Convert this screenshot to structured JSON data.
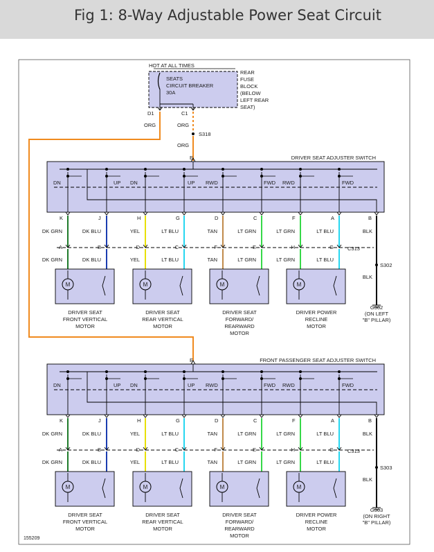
{
  "header": {
    "title": "Fig 1: 8-Way Adjustable Power Seat Circuit"
  },
  "colors": {
    "ORG": "#f08a1e",
    "DK GRN": "#1e7a2a",
    "DK BLU": "#1a3cb0",
    "YEL": "#e8e000",
    "LT BLU": "#25d6f0",
    "TAN": "#c08a4a",
    "LT GRN": "#36d848",
    "BLK": "#000000",
    "box_fill": "#ccccee"
  },
  "fuse": {
    "hot_label": "HOT AT ALL TIMES",
    "breaker": [
      "SEATS",
      "CIRCUIT BREAKER",
      "30A"
    ],
    "block": [
      "REAR",
      "FUSE",
      "BLOCK",
      "(BELOW",
      "LEFT REAR",
      "SEAT)"
    ],
    "pin_left": "D1",
    "pin_right": "C1",
    "wire_left": "ORG",
    "wire_right": "ORG",
    "splice": "S318",
    "wire_down": "ORG"
  },
  "sections": [
    {
      "switch_title": "DRIVER SEAT ADJUSTER SWITCH",
      "feed_pin": "E",
      "feed_wire": "ORG",
      "switch_labels": [
        "DN",
        "UP",
        "DN",
        "UP",
        "RWD",
        "FWD",
        "RWD",
        "FWD"
      ],
      "pins": [
        "K",
        "J",
        "H",
        "G",
        "D",
        "C",
        "F",
        "A",
        "B"
      ],
      "wires_top": [
        "DK GRN",
        "DK BLU",
        "YEL",
        "LT BLU",
        "TAN",
        "LT GRN",
        "LT GRN",
        "LT BLU",
        "BLK"
      ],
      "conn_pins": [
        "A",
        "B",
        "D",
        "C",
        "F",
        "E",
        "H",
        "G"
      ],
      "connector": "C313",
      "wires_bottom": [
        "DK GRN",
        "DK BLU",
        "YEL",
        "LT BLU",
        "TAN",
        "LT GRN",
        "LT GRN",
        "LT BLU"
      ],
      "motors": [
        [
          "DRIVER SEAT",
          "FRONT VERTICAL",
          "MOTOR"
        ],
        [
          "DRIVER SEAT",
          "REAR VERTICAL",
          "MOTOR"
        ],
        [
          "DRIVER SEAT",
          "FORWARD/",
          "REARWARD",
          "MOTOR"
        ],
        [
          "DRIVER POWER",
          "RECLINE",
          "MOTOR"
        ]
      ],
      "ground_splice": "S302",
      "ground_wire": "BLK",
      "ground": [
        "G302",
        "(ON LEFT",
        "\"B\" PILLAR)"
      ]
    },
    {
      "switch_title": "FRONT PASSENGER SEAT ADJUSTER SWITCH",
      "feed_pin": "E",
      "feed_wire": "ORG",
      "switch_labels": [
        "DN",
        "UP",
        "DN",
        "UP",
        "RWD",
        "FWD",
        "RWD",
        "FWD"
      ],
      "pins": [
        "K",
        "J",
        "H",
        "G",
        "D",
        "C",
        "F",
        "A",
        "B"
      ],
      "wires_top": [
        "DK GRN",
        "DK BLU",
        "YEL",
        "LT BLU",
        "TAN",
        "LT GRN",
        "LT GRN",
        "LT BLU",
        "BLK"
      ],
      "conn_pins": [
        "A",
        "B",
        "D",
        "C",
        "F",
        "E",
        "H",
        "G"
      ],
      "connector": "C313",
      "wires_bottom": [
        "DK GRN",
        "DK BLU",
        "YEL",
        "LT BLU",
        "TAN",
        "LT GRN",
        "LT GRN",
        "LT BLU"
      ],
      "motors": [
        [
          "DRIVER SEAT",
          "FRONT VERTICAL",
          "MOTOR"
        ],
        [
          "DRIVER SEAT",
          "REAR VERTICAL",
          "MOTOR"
        ],
        [
          "DRIVER SEAT",
          "FORWARD/",
          "REARWARD",
          "MOTOR"
        ],
        [
          "DRIVER POWER",
          "RECLINE",
          "MOTOR"
        ]
      ],
      "ground_splice": "S303",
      "ground_wire": "BLK",
      "ground": [
        "G303",
        "(ON RIGHT",
        "\"B\" PILLAR)"
      ]
    }
  ],
  "figure_number": "155209"
}
